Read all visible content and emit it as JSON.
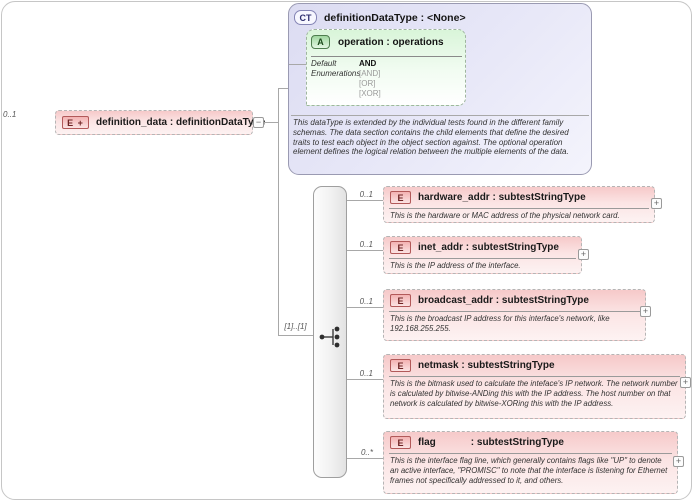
{
  "root_element": {
    "cardinality": "0..1",
    "icon_label": "E +",
    "name": "definition_data",
    "separator": " : ",
    "type": "definitionDataType",
    "collapse_glyph": "−"
  },
  "connector": {
    "occurrence": "[1]..[1]"
  },
  "complex_type": {
    "icon_label": "CT",
    "title": "definitionDataType : <None>",
    "attribute": {
      "icon_label": "A",
      "title": "operation : operations",
      "default_label": "Default",
      "default_value": "AND",
      "enumerations_label": "Enumerations",
      "enumerations": [
        "[AND]",
        "[OR]",
        "[XOR]"
      ]
    },
    "description": "This dataType is extended by the individual tests found in the different family schemas.  The data section contains the child elements that define the desired traits to test each object in the object section against.  The optional operation element defines the logical relation between the multiple elements of the data."
  },
  "children": [
    {
      "icon_label": "E",
      "cardinality": "0..1",
      "name": "hardware_addr",
      "separator": " : ",
      "type": "subtestStringType",
      "description": "This is the hardware or MAC address of the physical network card.",
      "expand_glyph": "+"
    },
    {
      "icon_label": "E",
      "cardinality": "0..1",
      "name": "inet_addr",
      "separator": " : ",
      "type": "subtestStringType",
      "description": "This is the IP address of the interface.",
      "expand_glyph": "+"
    },
    {
      "icon_label": "E",
      "cardinality": "0..1",
      "name": "broadcast_addr",
      "separator": " : ",
      "type": "subtestStringType",
      "description": "This is the broadcast IP address for this interface's network, like 192.168.255.255.",
      "expand_glyph": "+"
    },
    {
      "icon_label": "E",
      "cardinality": "0..1",
      "name": "netmask",
      "separator": " : ",
      "type": "subtestStringType",
      "description": "This is the bitmask used to calculate the inteface's IP network.  The network number is calculated by bitwise-ANDing this with the IP address. The host number on that network is calculated by bitwise-XORing this with the IP address.",
      "expand_glyph": "+"
    },
    {
      "icon_label": "E",
      "cardinality": "0..*",
      "name": "flag",
      "separator": " : ",
      "type": "subtestStringType",
      "description": "This is the interface flag line, which generally contains flags like \"UP\" to denote an active interface, \"PROMISC\" to note that the interface is listening for Ethernet frames not specifically addressed to it, and others.",
      "expand_glyph": "+"
    }
  ]
}
